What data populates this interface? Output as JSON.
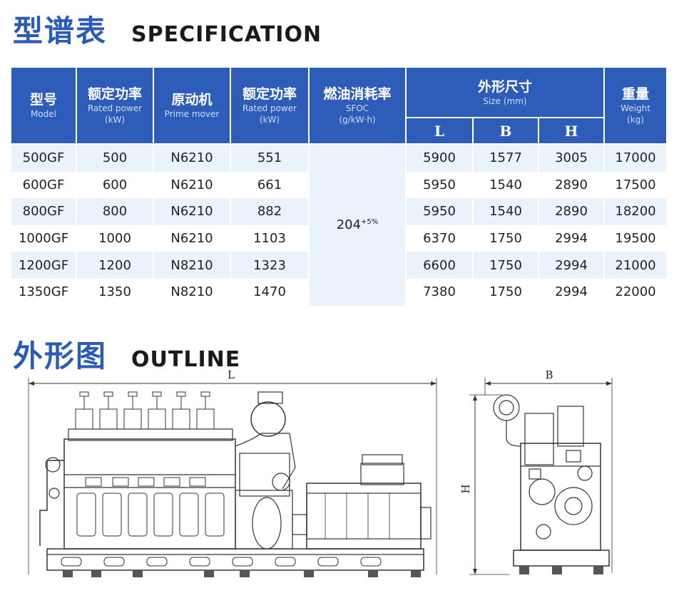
{
  "spec_heading": {
    "cn": "型谱表",
    "en": "SPECIFICATION"
  },
  "outline_heading": {
    "cn": "外形图",
    "en": "OUTLINE"
  },
  "table": {
    "headers": {
      "model": {
        "cn": "型号",
        "en": "Model"
      },
      "rated_power": {
        "cn": "额定功率",
        "en": "Rated power",
        "unit": "(kW)"
      },
      "prime_mover": {
        "cn": "原动机",
        "en": "Prime mover"
      },
      "engine_power": {
        "cn": "额定功率",
        "en": "Rated power",
        "unit": "(kW)"
      },
      "sfoc": {
        "cn": "燃油消耗率",
        "en": "SFOC",
        "unit": "(g/kW·h)"
      },
      "size": {
        "cn": "外形尺寸",
        "en": "Size (mm)",
        "l": "L",
        "b": "B",
        "h": "H"
      },
      "weight": {
        "cn": "重量",
        "en": "Weight",
        "unit": "(kg)"
      }
    },
    "sfoc_value": "204",
    "sfoc_tolerance": "+5%",
    "rows": [
      {
        "model": "500GF",
        "power": "500",
        "mover": "N6210",
        "engine_power": "551",
        "l": "5900",
        "b": "1577",
        "h": "3005",
        "weight": "17000"
      },
      {
        "model": "600GF",
        "power": "600",
        "mover": "N6210",
        "engine_power": "661",
        "l": "5950",
        "b": "1540",
        "h": "2890",
        "weight": "17500"
      },
      {
        "model": "800GF",
        "power": "800",
        "mover": "N6210",
        "engine_power": "882",
        "l": "5950",
        "b": "1540",
        "h": "2890",
        "weight": "18200"
      },
      {
        "model": "1000GF",
        "power": "1000",
        "mover": "N6210",
        "engine_power": "1103",
        "l": "6370",
        "b": "1750",
        "h": "2994",
        "weight": "19500"
      },
      {
        "model": "1200GF",
        "power": "1200",
        "mover": "N8210",
        "engine_power": "1323",
        "l": "6600",
        "b": "1750",
        "h": "2994",
        "weight": "21000"
      },
      {
        "model": "1350GF",
        "power": "1350",
        "mover": "N8210",
        "engine_power": "1470",
        "l": "7380",
        "b": "1750",
        "h": "2994",
        "weight": "22000"
      }
    ]
  },
  "drawing_labels": {
    "length": "L",
    "width": "B",
    "height": "H"
  },
  "colors": {
    "accent": "#2d5db8",
    "row_tint": "#eaf3fb"
  }
}
